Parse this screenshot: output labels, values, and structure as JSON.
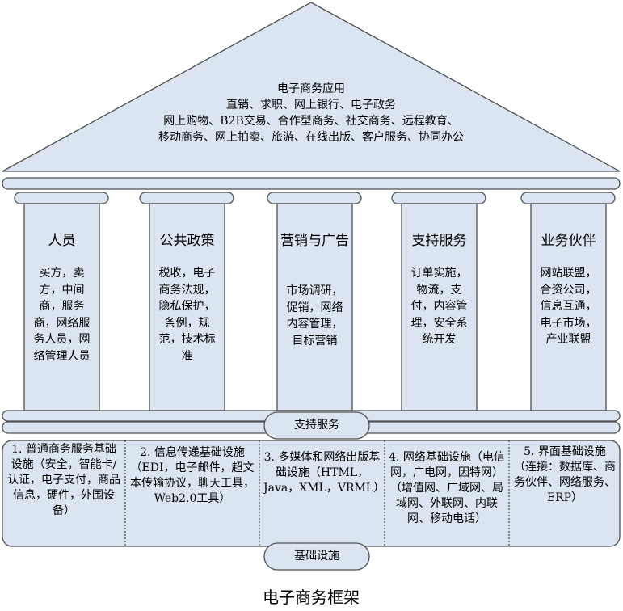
{
  "roof": {
    "title": "电子商务应用",
    "lines": [
      "直销、求职、网上银行、电子政务",
      "网上购物、B2B交易、合作型商务、社交商务、远程教育、",
      "移动商务、网上拍卖、旅游、在线出版、客户服务、协同办公"
    ]
  },
  "columns": [
    {
      "title": "人员",
      "body": "买方，卖方，中间商，服务商，网络服务人员，网络管理人员"
    },
    {
      "title": "公共政策",
      "body": "税收，电子商务法规，隐私保护，条例，规范，技术标准"
    },
    {
      "title": "营销与广告",
      "body": "市场调研，促销，网络内容管理，目标营销"
    },
    {
      "title": "支持服务",
      "body": "订单实施，物流，支付，内容管理，安全系统开发"
    },
    {
      "title": "业务伙伴",
      "body": "网站联盟，合资公司，信息互通，电子市场，产业联盟"
    }
  ],
  "support_label": "支持服务",
  "infrastructure": [
    "1. 普通商务服务基础设施（安全，智能卡/认证，电子支付，商品信息，硬件，外围设备）",
    "2. 信息传递基础设施（EDI，电子邮件，超文本传输协议，聊天工具，Web2.0工具）",
    "3. 多媒体和网络出版基础设施（HTML，Java，XML，VRML）",
    "4. 网络基础设施（电信网，广电网，因特网）（增值网、广域网、局域网、外联网、内联网、移动电话）",
    "5. 界面基础设施（连接：数据库、商务伙伴、网络服务、ERP）"
  ],
  "infra_label": "基础设施",
  "caption": "电子商务框架",
  "colors": {
    "fill": "#dbe5f1",
    "stroke": "#4f4f4f",
    "background": "#ffffff"
  }
}
